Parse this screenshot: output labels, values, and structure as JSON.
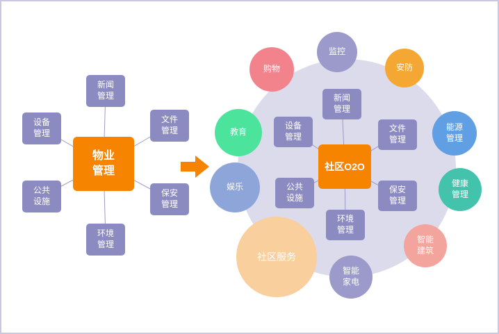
{
  "left_diagram": {
    "center_label": "物业\n管理",
    "nodes": [
      {
        "id": "news-management",
        "label": "新闻\n管理"
      },
      {
        "id": "equipment-management",
        "label": "设备\n管理"
      },
      {
        "id": "file-management",
        "label": "文件\n管理"
      },
      {
        "id": "public-facilities",
        "label": "公共\n设施"
      },
      {
        "id": "security-management",
        "label": "保安\n管理"
      },
      {
        "id": "environment-management",
        "label": "环境\n管理"
      }
    ]
  },
  "right_diagram": {
    "center_label": "社区O2O",
    "inner_nodes": [
      {
        "id": "news-management",
        "label": "新闻\n管理"
      },
      {
        "id": "equipment-management",
        "label": "设备\n管理"
      },
      {
        "id": "file-management",
        "label": "文件\n管理"
      },
      {
        "id": "public-facilities",
        "label": "公共\n设施"
      },
      {
        "id": "security-management",
        "label": "保安\n管理"
      },
      {
        "id": "environment-management",
        "label": "环境\n管理"
      }
    ],
    "outer_circles": [
      {
        "id": "monitoring",
        "label": "监控",
        "color": "#9b9aca"
      },
      {
        "id": "shopping",
        "label": "购物",
        "color": "#f2838c"
      },
      {
        "id": "security-protection",
        "label": "安防",
        "color": "#f5a733"
      },
      {
        "id": "education",
        "label": "教育",
        "color": "#4ce39c"
      },
      {
        "id": "energy-management",
        "label": "能源\n管理",
        "color": "#609fe3"
      },
      {
        "id": "entertainment",
        "label": "娱乐",
        "color": "#8ea5da"
      },
      {
        "id": "health-management",
        "label": "健康\n管理",
        "color": "#43c3ab"
      },
      {
        "id": "community-service",
        "label": "社区服务",
        "color": "#f8cf9d"
      },
      {
        "id": "smart-building",
        "label": "智能\n建筑",
        "color": "#f2a49d"
      },
      {
        "id": "smart-appliance",
        "label": "智能\n家电",
        "color": "#9b9aca"
      }
    ]
  },
  "colors": {
    "node": "#8c8bc1",
    "center": "#f78400",
    "big_circle": "#dcdbeb",
    "line": "#9a99c5",
    "arrow": "#f78400",
    "canvas_border": "#c9c7e2",
    "background": "#ffffff"
  }
}
